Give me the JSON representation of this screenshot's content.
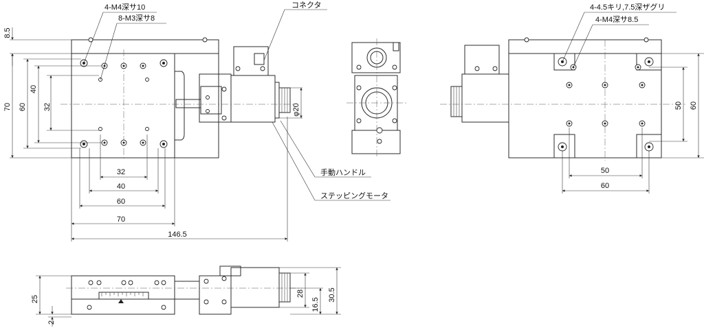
{
  "dimensions_top_view": {
    "d32_h": "32",
    "d40_h": "40",
    "d60_h": "60",
    "d70_h": "70",
    "d146": "146.5",
    "d70_v": "70",
    "d60_v": "60",
    "d40_v": "40",
    "d32_v": "32",
    "d8_5": "8.5",
    "phi20": "φ20"
  },
  "callouts": {
    "m4_depth10": "4-M4深サ10",
    "m3_depth8": "8-M3深サ8",
    "connector": "コネクタ",
    "manual_handle": "手動ハンドル",
    "stepping_motor": "ステッピングモータ"
  },
  "bottom_view": {
    "callout_counterbore": "4-4.5キリ,7.5深ザグリ",
    "callout_m4": "4-M4深サ8.5",
    "d50_v": "50",
    "d60_v": "60",
    "d50_h": "50",
    "d60_h": "60"
  },
  "side_view": {
    "d25": "25",
    "d2": "2",
    "d28": "28",
    "d16_5": "16.5",
    "d30_5": "30.5"
  }
}
